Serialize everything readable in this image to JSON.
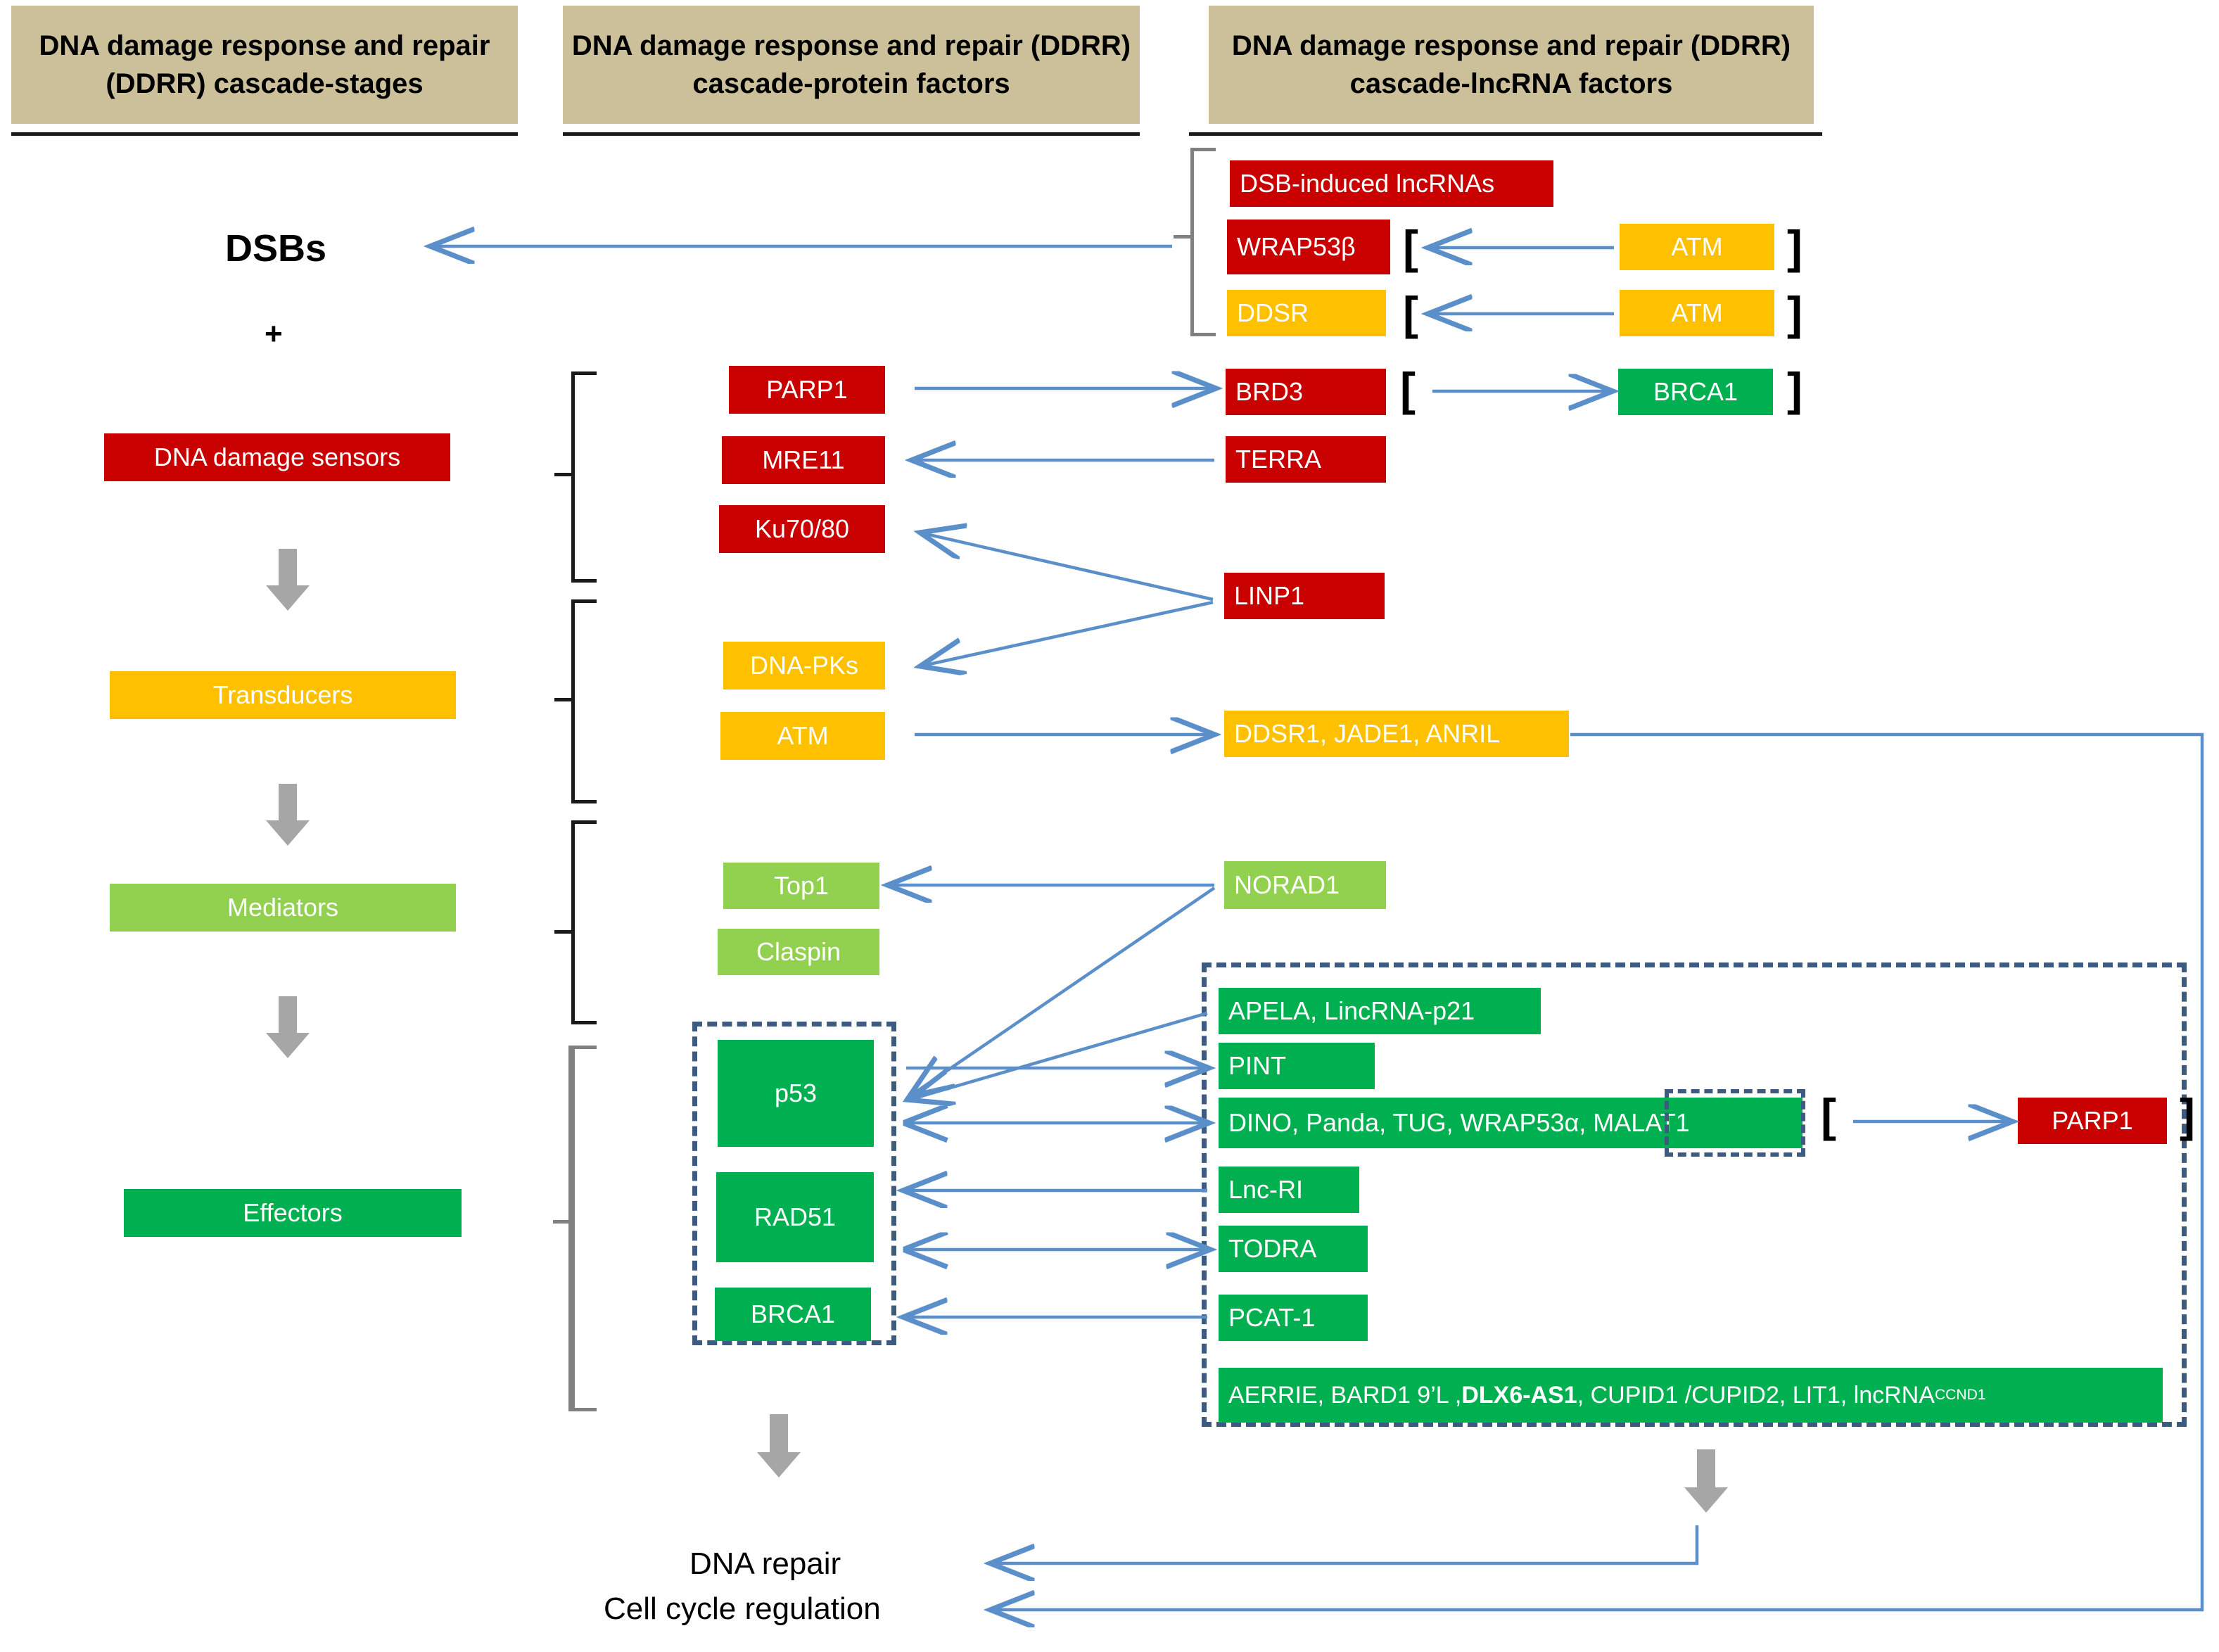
{
  "headers": [
    {
      "id": "stages",
      "text": "DNA damage response and repair (DDRR) cascade-stages"
    },
    {
      "id": "proteins",
      "text": "DNA damage response  and repair (DDRR) cascade-protein factors"
    },
    {
      "id": "lncrnas",
      "text": "DNA damage response and repair (DDRR) cascade-lncRNA factors"
    }
  ],
  "colors": {
    "header_bg": "#CBC09A",
    "red": "#C80000",
    "amber": "#FFC000",
    "light_green": "#92D14F",
    "green": "#00B050",
    "arrow_blue": "#5B8FC9",
    "dashed_navy": "#3D5B80",
    "gray_arrow": "#A6A6A6",
    "bracket_black": "#1A1A1A"
  },
  "stages_column": {
    "dsbs_label": "DSBs",
    "plus_label": "+",
    "boxes": [
      {
        "label": "DNA damage sensors",
        "color": "red"
      },
      {
        "label": "Transducers",
        "color": "amber"
      },
      {
        "label": "Mediators",
        "color": "light_green"
      },
      {
        "label": "Effectors",
        "color": "green"
      }
    ]
  },
  "protein_column": {
    "boxes": [
      {
        "label": "PARP1",
        "color": "red"
      },
      {
        "label": "MRE11",
        "color": "red"
      },
      {
        "label": "Ku70/80",
        "color": "red"
      },
      {
        "label": "DNA-PKs",
        "color": "amber"
      },
      {
        "label": "ATM",
        "color": "amber"
      },
      {
        "label": "Top1",
        "color": "light_green"
      },
      {
        "label": "Claspin",
        "color": "light_green"
      },
      {
        "label": "p53",
        "color": "green"
      },
      {
        "label": "RAD51",
        "color": "green"
      },
      {
        "label": "BRCA1",
        "color": "green"
      }
    ]
  },
  "lncrna_column": {
    "boxes": [
      {
        "label": "DSB-induced lncRNAs",
        "color": "red"
      },
      {
        "label": "WRAP53β",
        "color": "red"
      },
      {
        "label": "DDSR",
        "color": "amber"
      },
      {
        "label": "BRD3",
        "color": "red"
      },
      {
        "label": "TERRA",
        "color": "red"
      },
      {
        "label": "LINP1",
        "color": "red"
      },
      {
        "label": "DDSR1, JADE1, ANRIL",
        "color": "amber"
      },
      {
        "label": "NORAD1",
        "color": "light_green"
      },
      {
        "label": "APELA, LincRNA-p21",
        "color": "green"
      },
      {
        "label": "PINT",
        "color": "green"
      },
      {
        "label": "DINO, Panda, TUG, WRAP53α, MALAT1",
        "color": "green"
      },
      {
        "label": "Lnc-RI",
        "color": "green"
      },
      {
        "label": "TODRA",
        "color": "green"
      },
      {
        "label": "PCAT-1",
        "color": "green"
      }
    ],
    "bottom_row": {
      "part1": "AERRIE, BARD1 9’L , ",
      "bold": "DLX6-AS1",
      "part2": ", CUPID1 /CUPID2, LIT1, lncRNA",
      "subscript": "CCND1"
    },
    "highlighted_term": "MALAT1"
  },
  "side_regulators": {
    "atm_top": "ATM",
    "atm_second": "ATM",
    "brca1": "BRCA1",
    "parp1": "PARP1",
    "bracket_open": "[",
    "bracket_close": "]"
  },
  "outputs": {
    "dna_repair": "DNA repair",
    "cell_cycle": "Cell cycle regulation"
  }
}
